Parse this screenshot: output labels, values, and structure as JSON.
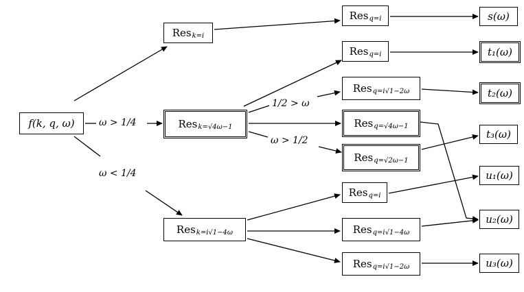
{
  "nodes": {
    "root": "f(k, q, ω)",
    "res_k_i": {
      "main": "Res",
      "sub": "k=i"
    },
    "res_k_sqrt4": {
      "main": "Res",
      "sub": "k=√4ω−1"
    },
    "res_k_isqrt14": {
      "main": "Res",
      "sub": "k=i√1−4ω"
    },
    "res_q_i_1": {
      "main": "Res",
      "sub": "q=i"
    },
    "res_q_i_2": {
      "main": "Res",
      "sub": "q=i"
    },
    "res_q_isqrt12_1": {
      "main": "Res",
      "sub": "q=i√1−2ω"
    },
    "res_q_sqrt4": {
      "main": "Res",
      "sub": "q=√4ω−1"
    },
    "res_q_sqrt2": {
      "main": "Res",
      "sub": "q=√2ω−1"
    },
    "res_q_i_3": {
      "main": "Res",
      "sub": "q=i"
    },
    "res_q_isqrt14": {
      "main": "Res",
      "sub": "q=i√1−4ω"
    },
    "res_q_isqrt12_2": {
      "main": "Res",
      "sub": "q=i√1−2ω"
    },
    "s": "s(ω)",
    "t1": "t₁(ω)",
    "t2": "t₂(ω)",
    "t3": "t₃(ω)",
    "u1": "u₁(ω)",
    "u2": "u₂(ω)",
    "u3": "u₃(ω)"
  },
  "edge_labels": {
    "w_gt_quarter": "ω > 1/4",
    "w_lt_quarter": "ω < 1/4",
    "half_gt_w": "1/2 > ω",
    "w_gt_half": "ω > 1/2"
  }
}
